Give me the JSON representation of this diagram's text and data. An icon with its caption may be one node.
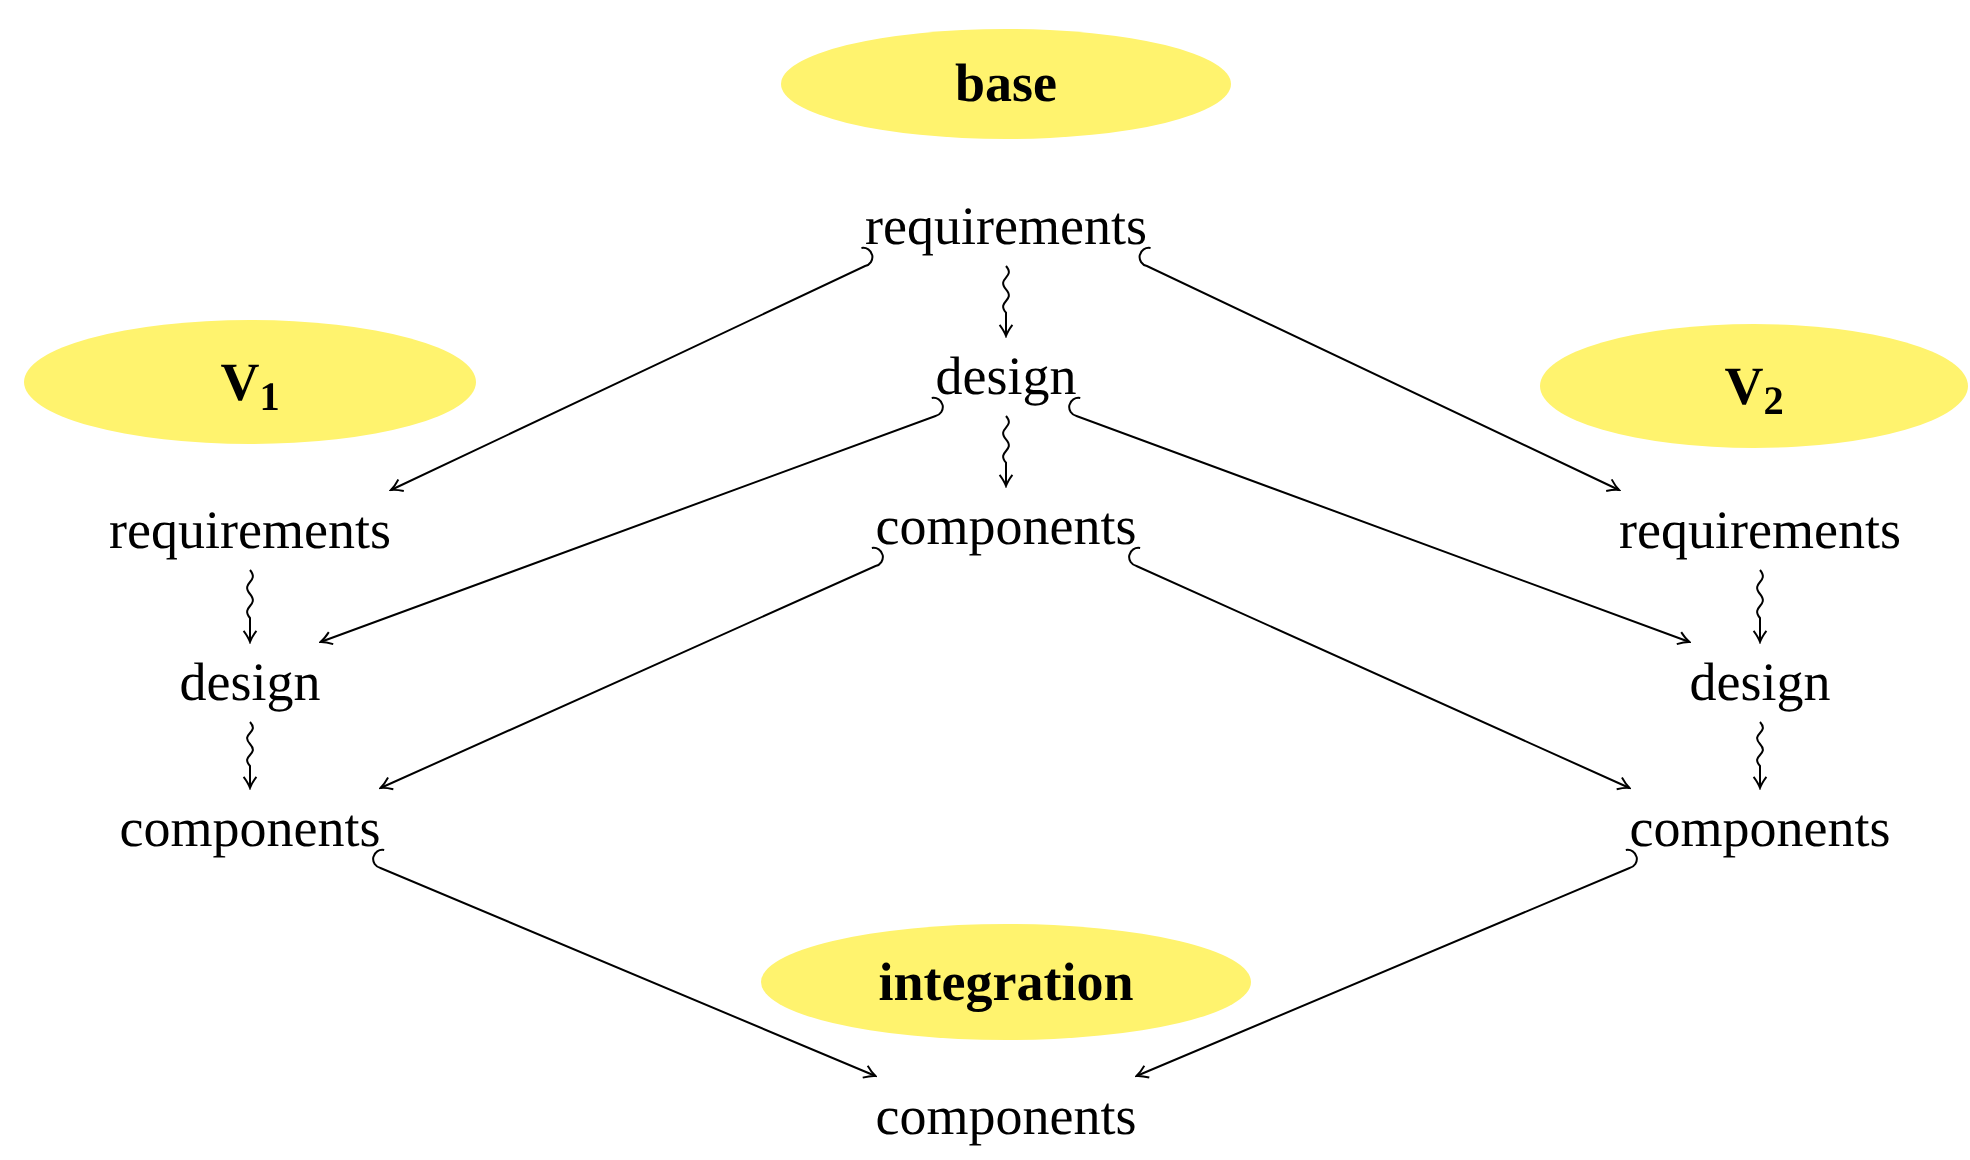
{
  "diagram": {
    "nodes": [
      {
        "text": [
          "base"
        ]
      },
      {
        "text": [
          "requirements"
        ]
      },
      {
        "text": [
          "V$_{1}$"
        ]
      },
      {
        "text": [
          "design"
        ]
      },
      {
        "text": [
          "V$_{2}$"
        ]
      },
      {
        "text": [
          "requirements"
        ]
      },
      {
        "text": [
          "components"
        ]
      },
      {
        "text": [
          "requirements"
        ]
      },
      {
        "text": [
          "design"
        ]
      },
      {
        "text": [
          "design"
        ]
      },
      {
        "text": [
          "components"
        ]
      },
      {
        "text": [
          "components"
        ]
      },
      {
        "text": [
          "integration"
        ]
      },
      {
        "text": [
          "components"
        ]
      }
    ],
    "edges": [
      {
        "from": 1,
        "to": 3,
        "arrow": "to"
      },
      {
        "from": 3,
        "to": 6,
        "arrow": "to"
      },
      {
        "from": 5,
        "to": 8,
        "arrow": "to"
      },
      {
        "from": 8,
        "to": 10,
        "arrow": "to"
      },
      {
        "from": 7,
        "to": 9,
        "arrow": "to"
      },
      {
        "from": 9,
        "to": 11,
        "arrow": "to"
      },
      {
        "from": 1,
        "to": 5,
        "arrow": "to"
      },
      {
        "from": 1,
        "to": 7,
        "arrow": "to"
      },
      {
        "from": 3,
        "to": 8,
        "arrow": "to"
      },
      {
        "from": 3,
        "to": 9,
        "arrow": "to"
      },
      {
        "from": 6,
        "to": 10,
        "arrow": "to"
      },
      {
        "from": 6,
        "to": 11,
        "arrow": "to"
      },
      {
        "from": 10,
        "to": 13,
        "arrow": "to"
      },
      {
        "from": 11,
        "to": 13,
        "arrow": "to"
      }
    ]
  }
}
